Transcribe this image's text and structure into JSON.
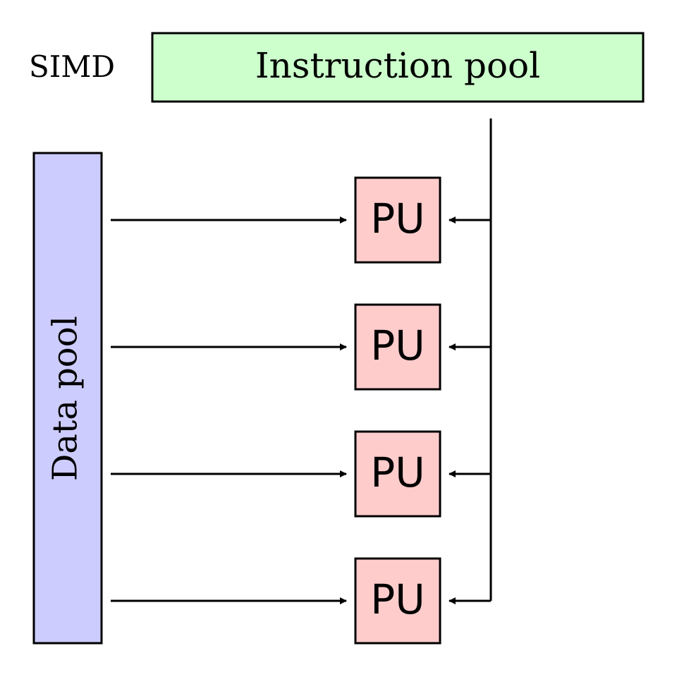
{
  "diagram": {
    "label": "SIMD",
    "instruction_pool": "Instruction pool",
    "data_pool": "Data pool",
    "processing_units": [
      {
        "label": "PU"
      },
      {
        "label": "PU"
      },
      {
        "label": "PU"
      },
      {
        "label": "PU"
      }
    ]
  },
  "colors": {
    "instruction_pool_fill": "#ccffcc",
    "data_pool_fill": "#ccccff",
    "pu_fill": "#ffcccc",
    "stroke": "#000000"
  }
}
